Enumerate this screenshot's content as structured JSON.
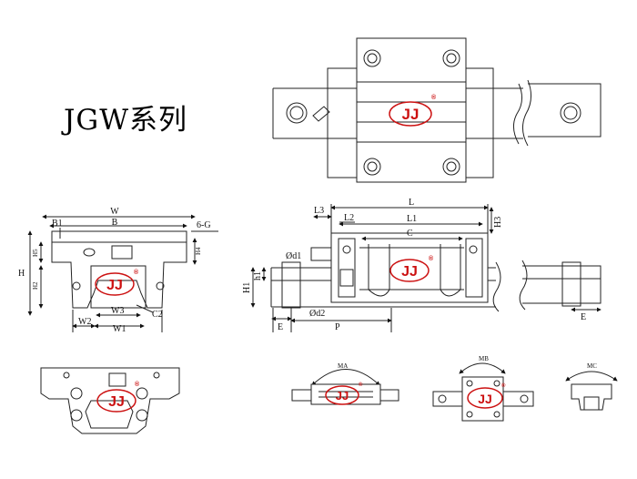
{
  "title": "JGW系列",
  "brand": {
    "logo_text": "JJ",
    "registered_mark": "®",
    "color": "#cc1111"
  },
  "front_view_labels": {
    "W": "W",
    "B1": "B1",
    "B": "B",
    "tap": "6-G",
    "H": "H",
    "H5": "H5",
    "H2": "H2",
    "H4": "H4",
    "W2": "W2",
    "W3": "W3",
    "W1": "W1",
    "C2": "C2"
  },
  "side_view_labels": {
    "L": "L",
    "L3": "L3",
    "L2": "L2",
    "L1": "L1",
    "C": "C",
    "H3": "H3",
    "d1": "Ød1",
    "h1": "h1",
    "H1": "H1",
    "d2": "Ød2",
    "E_left": "E",
    "P": "P",
    "E_right": "E"
  },
  "moment_labels": {
    "MA": "MA",
    "MB": "MB",
    "MC": "MC"
  }
}
